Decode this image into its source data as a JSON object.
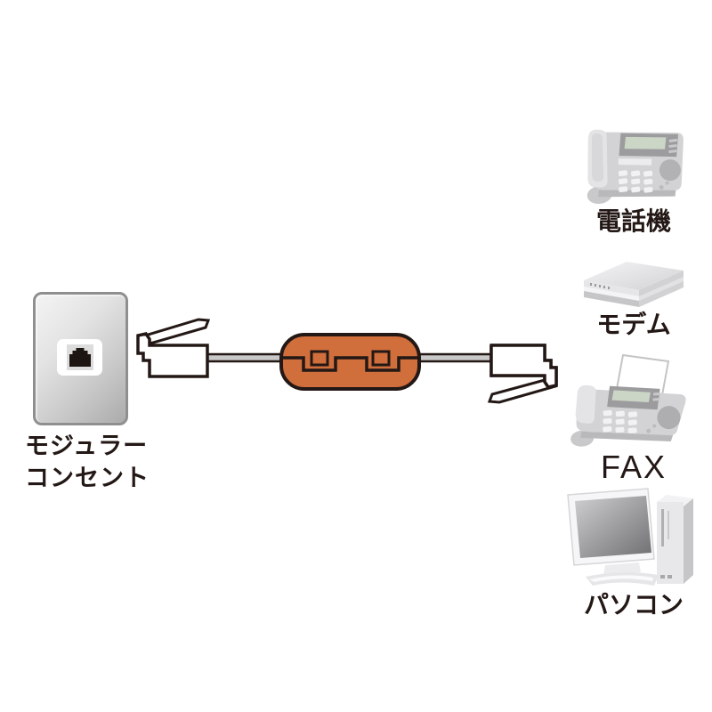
{
  "diagram": {
    "title": "modular-cable-connection-diagram",
    "outlet": {
      "label_line1": "モジュラー",
      "label_line2": "コンセント"
    },
    "cable": {
      "noise_filter_color": "#d06e3c",
      "cable_color": "#c8c8c8",
      "outline_color": "#231815"
    },
    "devices": [
      {
        "id": "telephone",
        "icon": "telephone-icon",
        "label": "電話機"
      },
      {
        "id": "modem",
        "icon": "modem-icon",
        "label": "モデム"
      },
      {
        "id": "fax",
        "icon": "fax-icon",
        "label": "FAX"
      },
      {
        "id": "pc",
        "icon": "computer-icon",
        "label": "パソコン"
      }
    ]
  }
}
